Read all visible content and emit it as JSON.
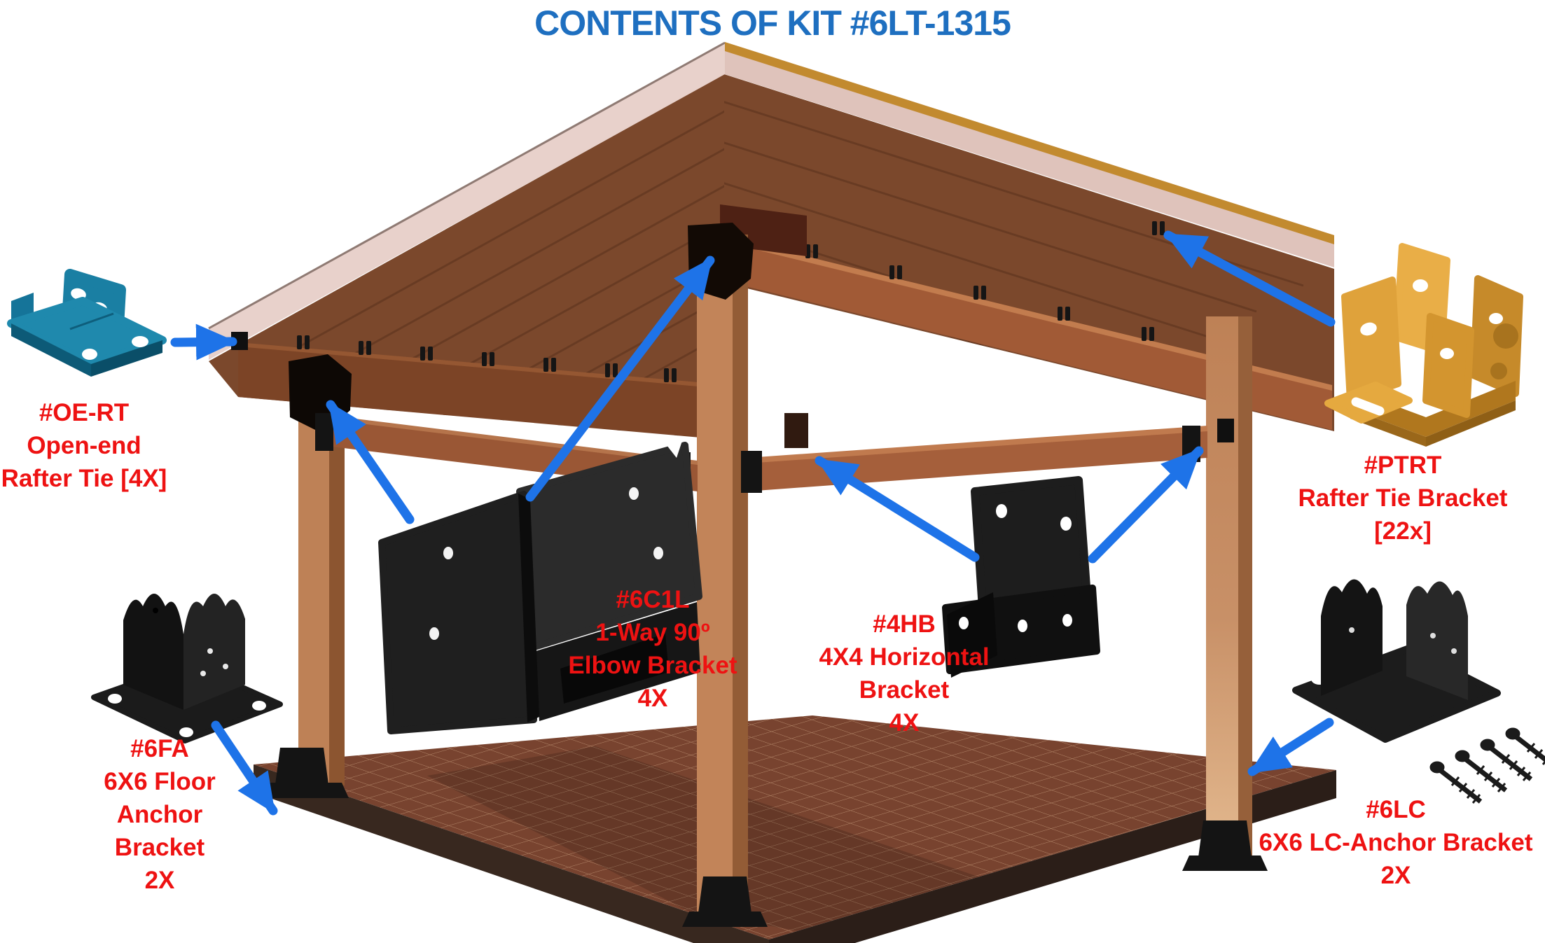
{
  "title": "CONTENTS OF KIT #6LT-1315",
  "colors": {
    "title": "#1E6FC0",
    "label": "#EE1212",
    "arrow": "#1E73E8",
    "oe_rt_teal": "#1A7FA3",
    "ptrt_orange": "#DFA23B",
    "bracket_black": "#1C1C1C"
  },
  "labels": {
    "oe_rt": {
      "lines": [
        "#OE-RT",
        "Open-end",
        "Rafter Tie [4X]"
      ]
    },
    "elbow_6c1l": {
      "lines": [
        "#6C1L",
        "1-Way 90º",
        "Elbow Bracket",
        "4X"
      ]
    },
    "floor_anchor_6fa": {
      "lines": [
        "#6FA",
        "6X6 Floor",
        "Anchor",
        "Bracket",
        "2X"
      ]
    },
    "horizontal_4hb": {
      "lines": [
        "#4HB",
        "4X4 Horizontal",
        "Bracket",
        "4X"
      ]
    },
    "rafter_tie_ptrt": {
      "lines": [
        "#PTRT",
        "Rafter Tie Bracket",
        "[22x]"
      ]
    },
    "lc_anchor_6lc": {
      "lines": [
        "#6LC",
        "6X6 LC-Anchor Bracket",
        "2X"
      ]
    }
  }
}
